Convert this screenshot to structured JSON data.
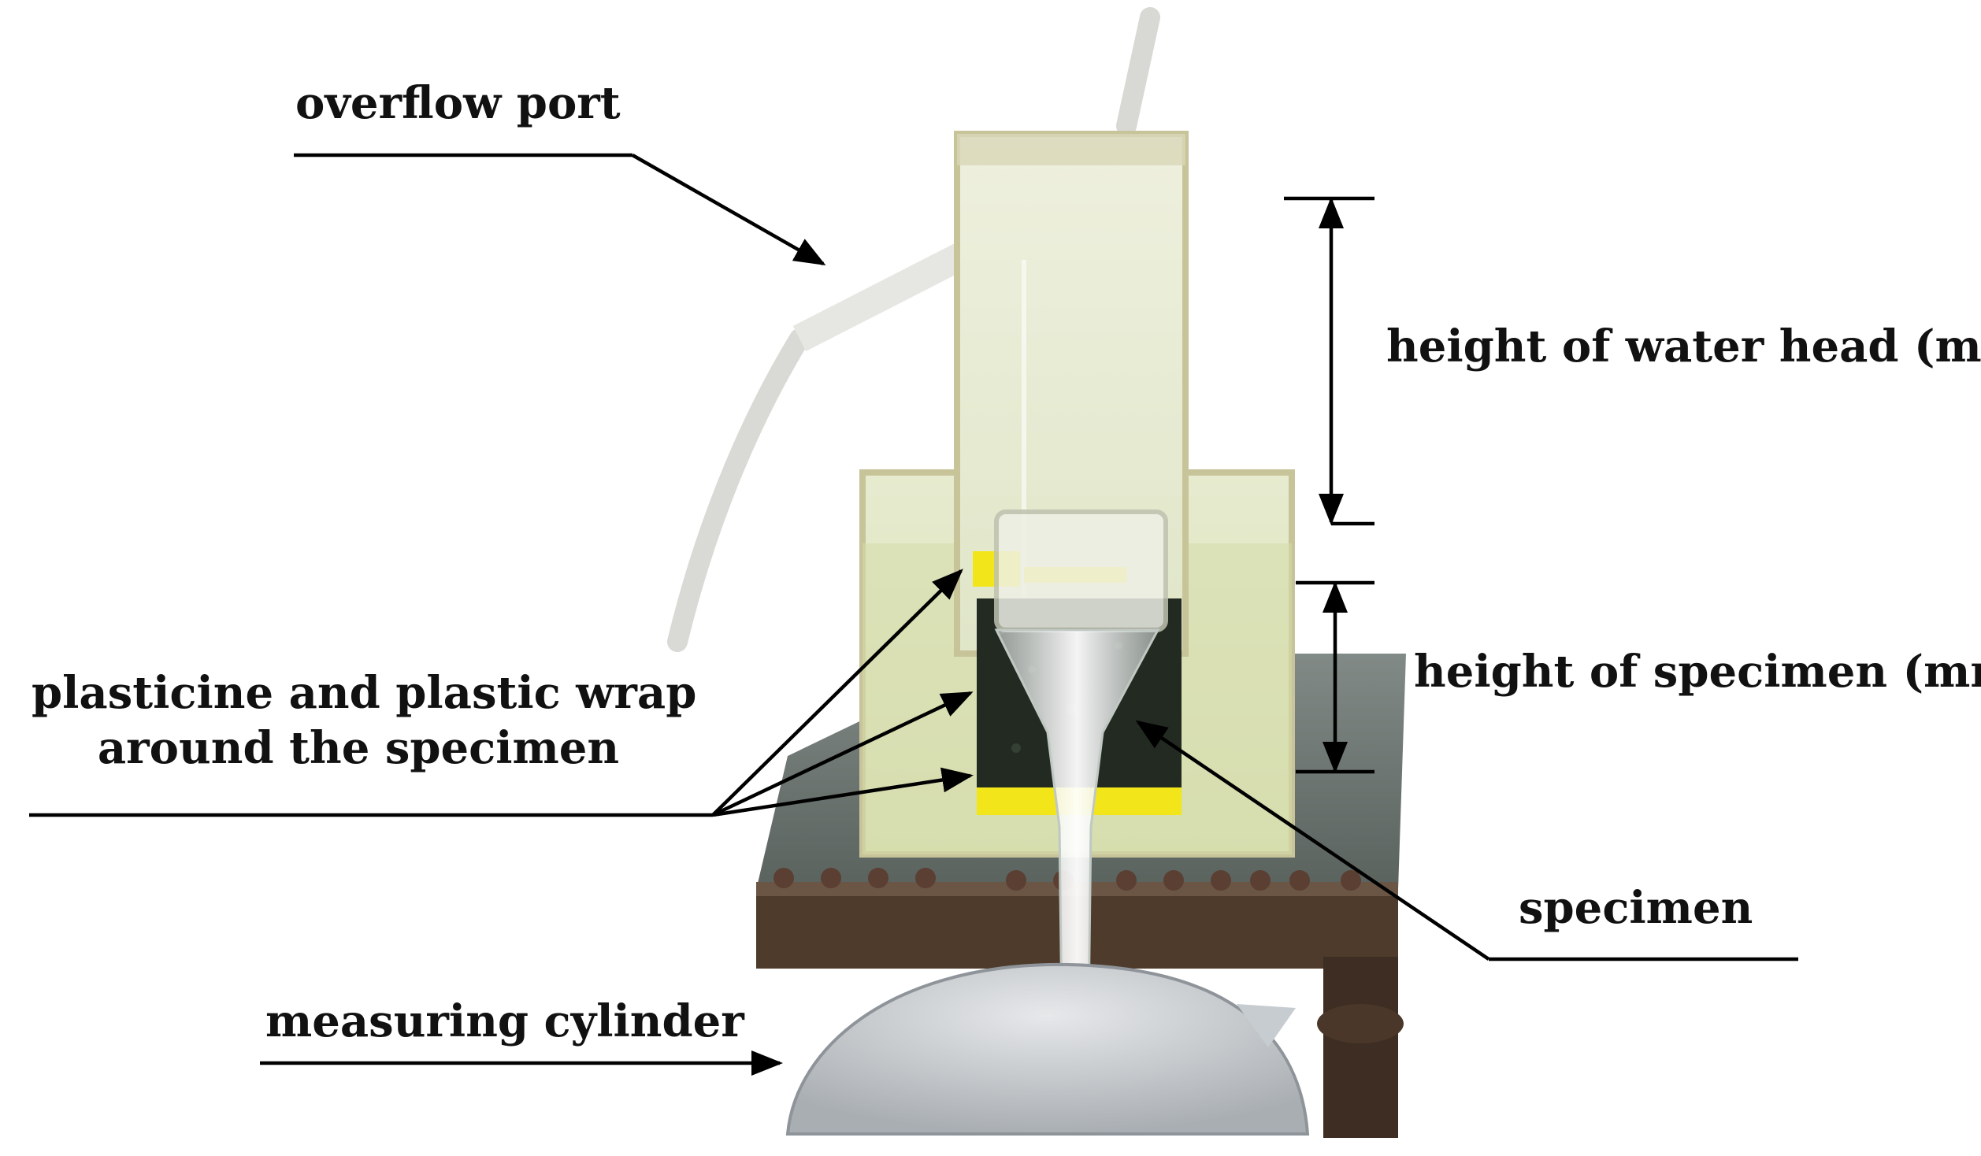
{
  "labels": {
    "overflow_port": "overflow port",
    "height_water_head": "height of water head (mm)",
    "height_specimen": "height of specimen (mm)",
    "plasticine_line1": "plasticine and plastic wrap",
    "plasticine_line2": "around the specimen",
    "specimen": "specimen",
    "measuring_cylinder": "measuring cylinder"
  },
  "colors": {
    "water_tint": "#dfe6c4",
    "tank_edge": "#c8c49a",
    "specimen_dark": "#232a22",
    "plasticine_yellow": "#f2e61a",
    "table_top": "#6f7773",
    "table_frame": "#4e3b2c",
    "annotation_line": "#000000"
  }
}
